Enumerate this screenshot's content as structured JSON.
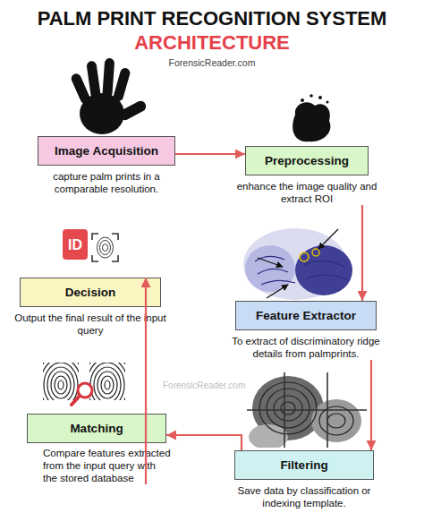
{
  "diagram": {
    "title": "PALM PRINT RECOGNITION SYSTEM",
    "nodes": [
      {
        "text": [
          "Image Acquisition",
          "capture palm prints in a comparable resolution."
        ]
      },
      {
        "text": [
          "Preprocessing",
          "enhance the image quality and extract ROI"
        ]
      },
      {
        "text": [
          "Feature Extractor",
          "To extract of discriminatory ridge details from palmprints."
        ]
      },
      {
        "text": [
          "Filtering",
          "Save data by classification or indexing template."
        ]
      },
      {
        "text": [
          "Matching",
          "Compare features extracted from the input query with the stored database"
        ]
      },
      {
        "text": [
          "Decision",
          "Output the final result of the input query"
        ]
      }
    ],
    "edges": [
      {
        "from": 0,
        "to": 1,
        "arrow": "to"
      },
      {
        "from": 1,
        "to": 2,
        "arrow": "to"
      },
      {
        "from": 2,
        "to": 3,
        "arrow": "to"
      },
      {
        "from": 3,
        "to": 4,
        "arrow": "to"
      },
      {
        "from": 4,
        "to": 5,
        "arrow": "to"
      }
    ],
    "labels": [
      "ARCHITECTURE",
      "ForensicReader.com",
      "ID",
      "ForensicReader.com"
    ]
  }
}
